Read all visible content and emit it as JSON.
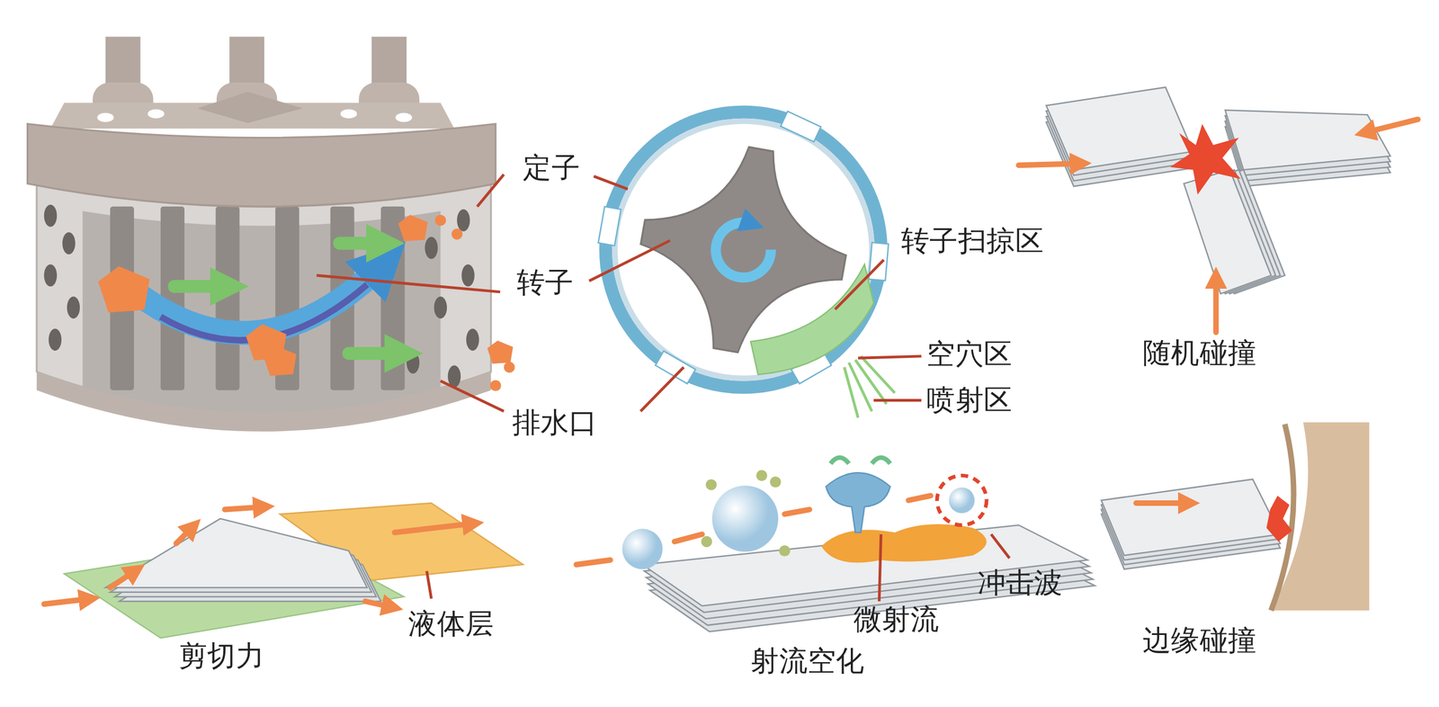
{
  "diagram": {
    "labels": [
      "定子",
      "转子扫掠区",
      "转子",
      "空穴区",
      "喷射区",
      "排水口",
      "随机碰撞",
      "液体层",
      "冲击波",
      "剪切力",
      "微射流",
      "射流空化",
      "边缘碰撞"
    ]
  }
}
